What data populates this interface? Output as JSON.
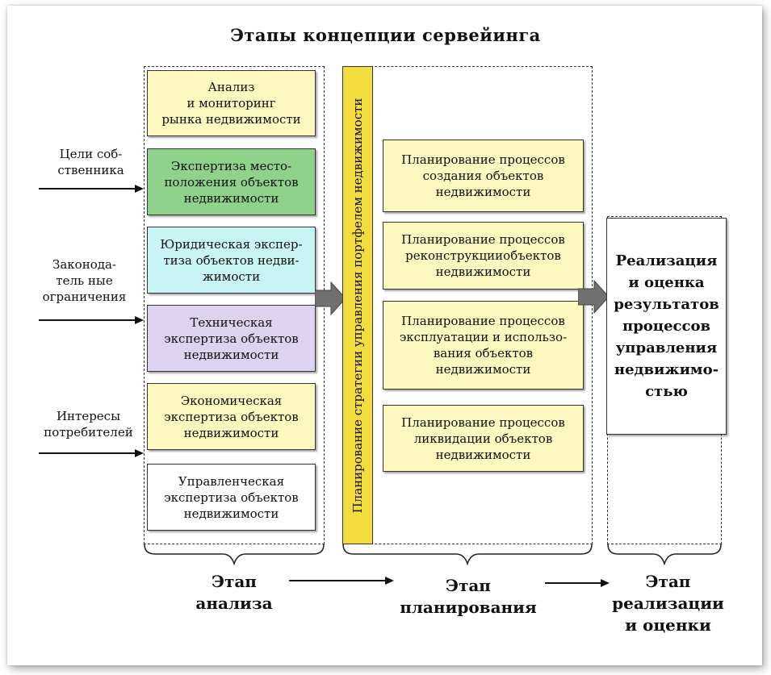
{
  "title": "Этапы концепции сервейинга",
  "inputs": [
    {
      "label": "Цели соб-\nственника"
    },
    {
      "label": "Законода-\nтель ные\nограничения"
    },
    {
      "label": "Интересы\nпотребителей"
    }
  ],
  "analysis_boxes": [
    {
      "text": "Анализ\nи мониторинг\nрынка недвижимости",
      "color": "#fdf8c0"
    },
    {
      "text": "Экспертиза место-\nположения объектов\nнедвижимости",
      "color": "#8fd28a"
    },
    {
      "text": "Юридическая экспер-\nтиза объектов недви-\nжимости",
      "color": "#c9f4f4"
    },
    {
      "text": "Техническая\nэкспертиза объектов\nнедвижимости",
      "color": "#ddd2ef"
    },
    {
      "text": "Экономическая\nэкспертиза объектов\nнедвижимости",
      "color": "#fdf8c0"
    },
    {
      "text": "Управленческая\nэкспертиза объектов\nнедвижимости",
      "color": "#ffffff"
    }
  ],
  "strategy_label": "Планирование стратегии управления портфелем недвижимости",
  "planning_boxes": [
    {
      "text": "Планирование процессов\nсоздания объектов\nнедвижимости"
    },
    {
      "text": "Планирование процессов\nреконструкцииобъектов\nнедвижимости"
    },
    {
      "text": "Планирование процессов\nэксплуатации и использо-\nвания объектов\nнедвижимости"
    },
    {
      "text": "Планирование процессов\nликвидации объектов\nнедвижимости"
    }
  ],
  "result_box": "Реализация\nи оценка\nрезультатов\nпроцессов\nуправления\nнедвижимо-\nстью",
  "stages": [
    {
      "label": "Этап\nанализа"
    },
    {
      "label": "Этап\nпланирования"
    },
    {
      "label": "Этап\nреализации\nи оценки"
    }
  ],
  "colors": {
    "planning_fill": "#fdf8c0",
    "strategy_fill": "#f2dc3e",
    "block_arrow": "#707070"
  }
}
